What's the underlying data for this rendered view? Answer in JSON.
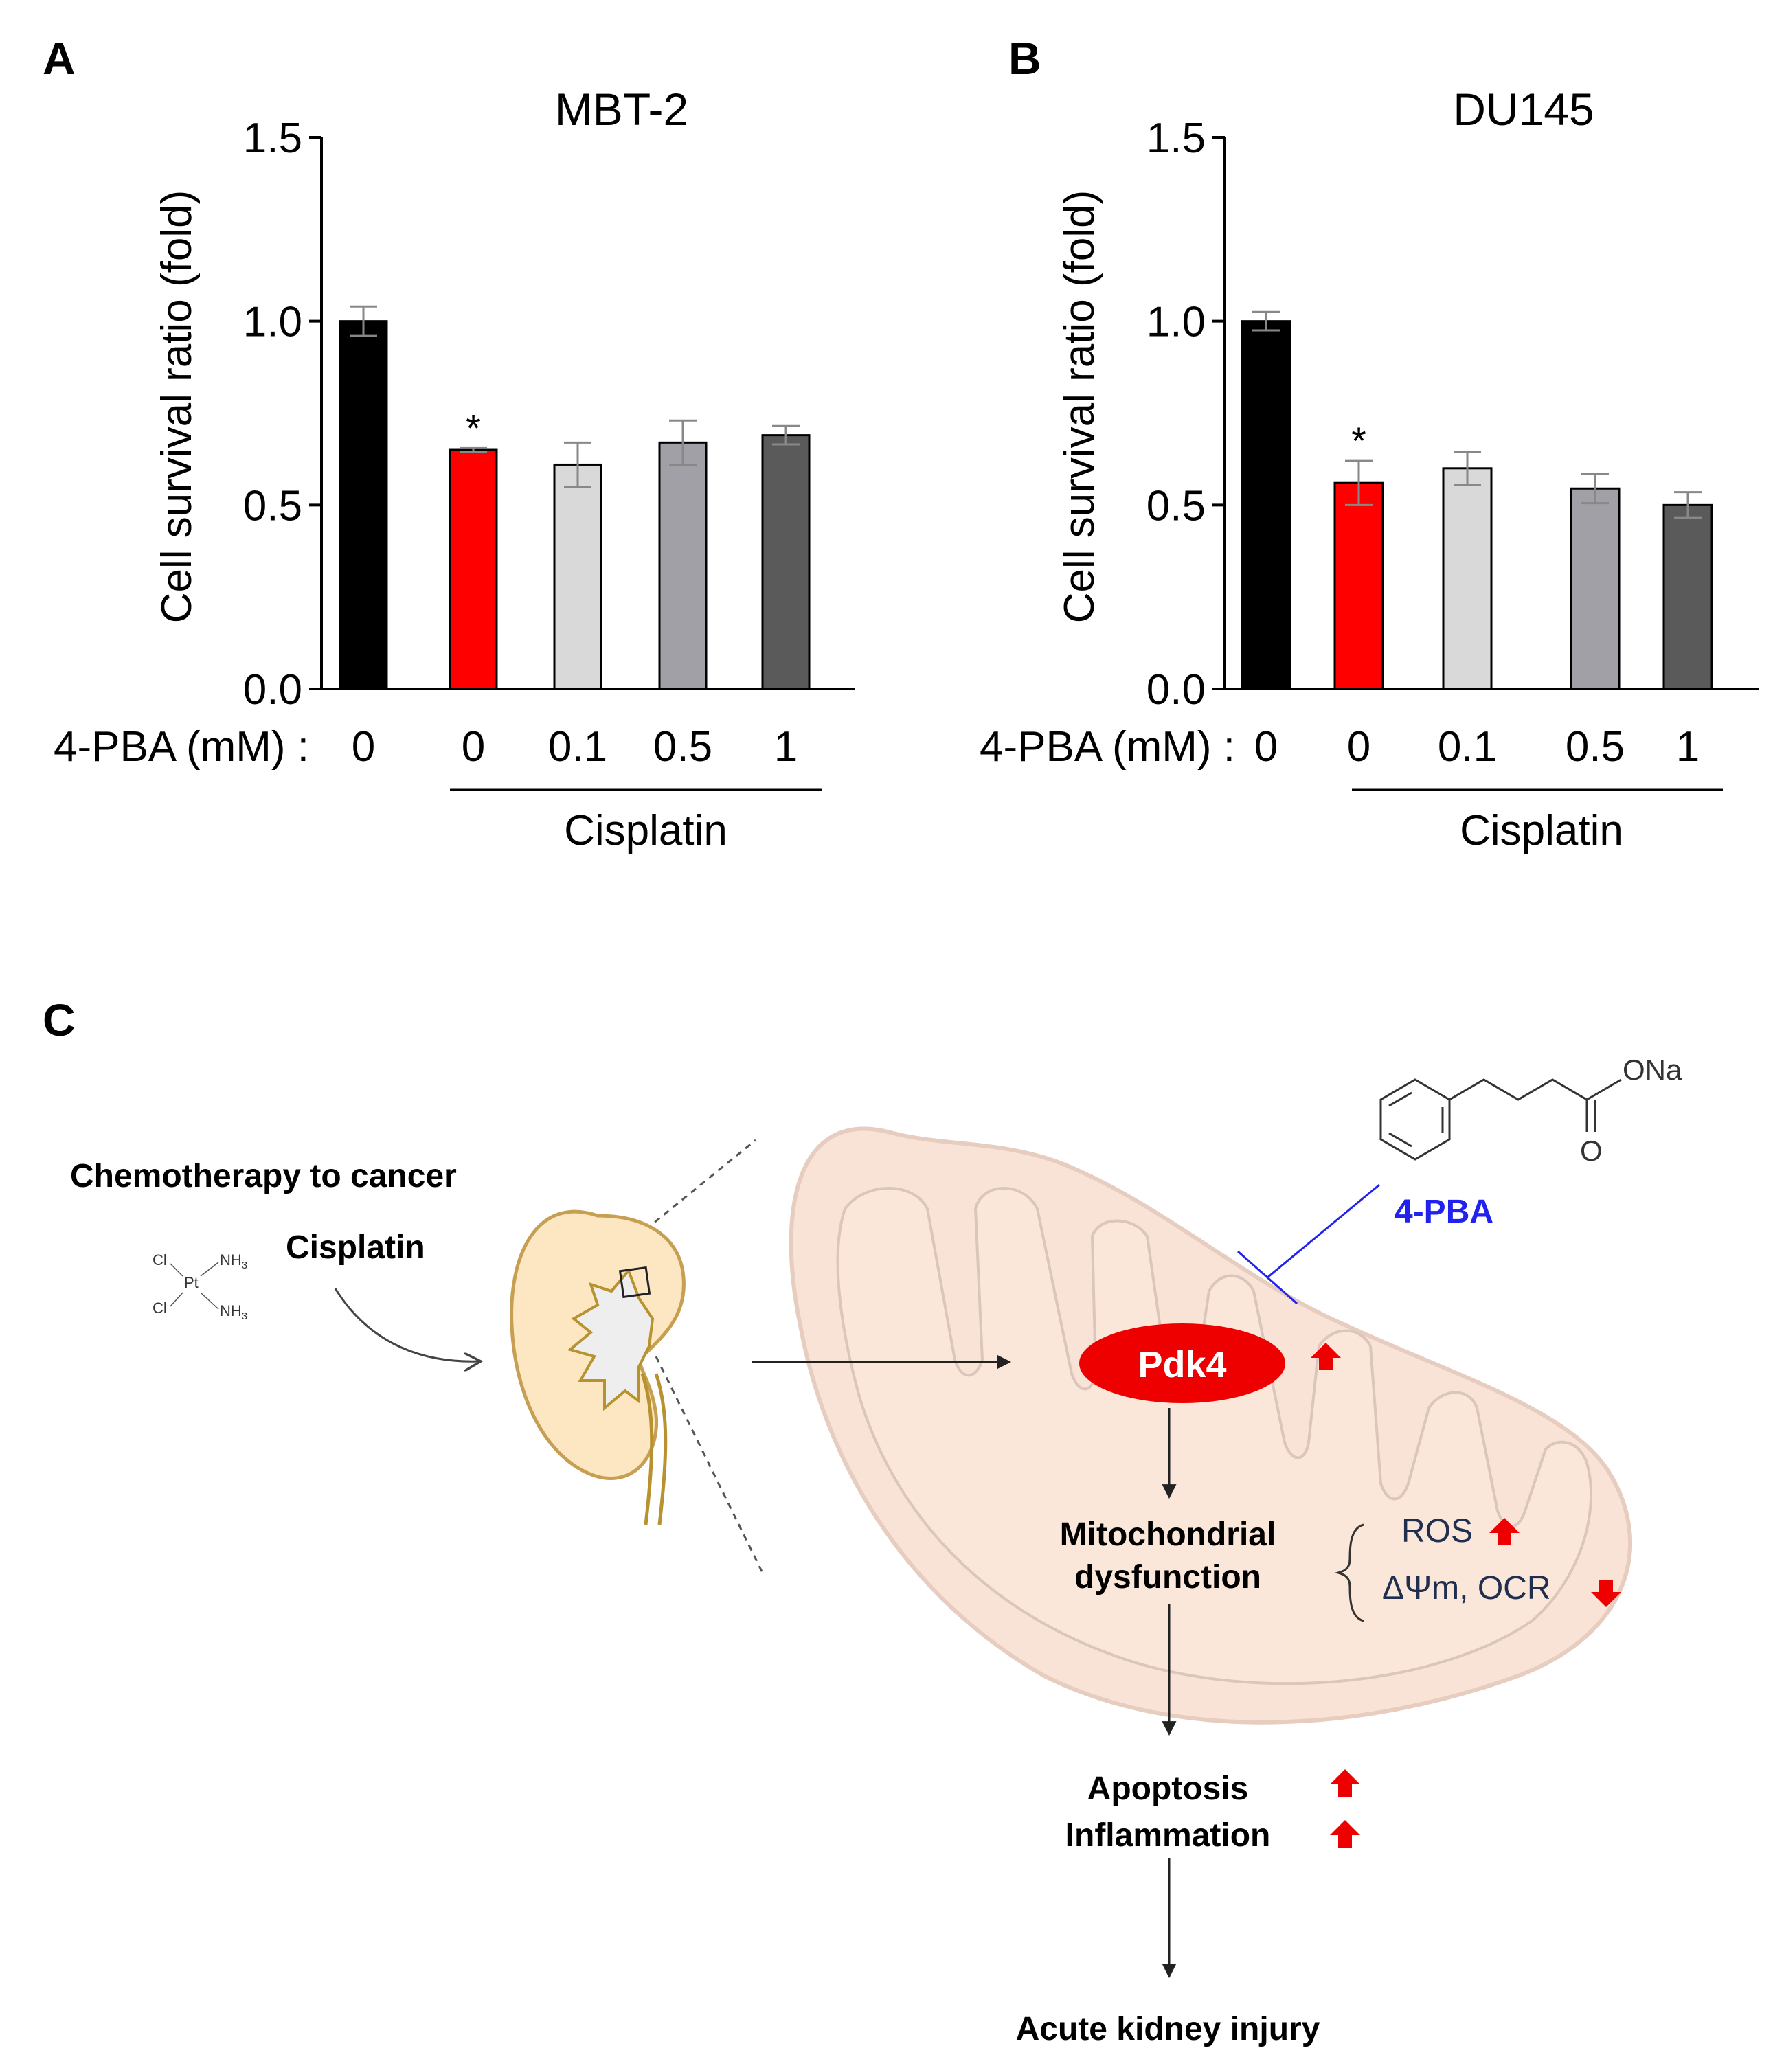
{
  "panel_labels": {
    "a": "A",
    "b": "B",
    "c": "C"
  },
  "shared": {
    "x_prefix": "4-PBA (mM) :",
    "group_label": "Cisplatin"
  },
  "chart_data": [
    {
      "type": "bar",
      "title": "MBT-2",
      "ylabel": "Cell survival ratio (fold)",
      "xlabel": "4-PBA (mM) :",
      "categories": [
        "0",
        "0",
        "0.1",
        "0.5",
        "1"
      ],
      "values": [
        1.0,
        0.65,
        0.61,
        0.67,
        0.69
      ],
      "errors": [
        0.04,
        0.005,
        0.06,
        0.06,
        0.025
      ],
      "colors": [
        "#000000",
        "#ff0000",
        "#d9d9d9",
        "#a0a0a6",
        "#5a5a5a"
      ],
      "significance": [
        "",
        "*",
        "",
        "",
        ""
      ],
      "group": {
        "label": "Cisplatin",
        "from_index": 1,
        "to_index": 4
      },
      "ylim": [
        0,
        1.5
      ],
      "yticks": [
        "0.0",
        "0.5",
        "1.0",
        "1.5"
      ],
      "grid": false
    },
    {
      "type": "bar",
      "title": "DU145",
      "ylabel": "Cell survival ratio (fold)",
      "xlabel": "4-PBA (mM) :",
      "categories": [
        "0",
        "0",
        "0.1",
        "0.5",
        "1"
      ],
      "values": [
        1.0,
        0.56,
        0.6,
        0.545,
        0.5
      ],
      "errors": [
        0.025,
        0.06,
        0.045,
        0.04,
        0.035
      ],
      "colors": [
        "#000000",
        "#ff0000",
        "#d9d9d9",
        "#a0a0a6",
        "#5a5a5a"
      ],
      "significance": [
        "",
        "*",
        "",
        "",
        ""
      ],
      "group": {
        "label": "Cisplatin",
        "from_index": 1,
        "to_index": 4
      },
      "ylim": [
        0,
        1.5
      ],
      "yticks": [
        "0.0",
        "0.5",
        "1.0",
        "1.5"
      ],
      "grid": false
    }
  ],
  "diagram": {
    "chemo_label": "Chemotherapy to cancer",
    "cisplatin_label": "Cisplatin",
    "molecule_atoms": {
      "cl1": "Cl",
      "cl2": "Cl",
      "pt": "Pt",
      "nh3_1": "NH3",
      "nh3_2": "NH3"
    },
    "ona_label": "ONa",
    "o_label": "O",
    "inhibitor_label": "4-PBA",
    "pdk4_label": "Pdk4",
    "mito_dysfunction_1": "Mitochondrial",
    "mito_dysfunction_2": "dysfunction",
    "ros_label": "ROS",
    "dpsi_label": "ΔΨm, OCR",
    "apoptosis_label": "Apoptosis",
    "inflammation_label": "Inflammation",
    "aki_label": "Acute kidney injury",
    "colors": {
      "inhibitor": "#2222ee",
      "pdk4": "#ee0000",
      "up_arrow": "#ee0000",
      "mito_fill": "#f9e2d6"
    }
  }
}
